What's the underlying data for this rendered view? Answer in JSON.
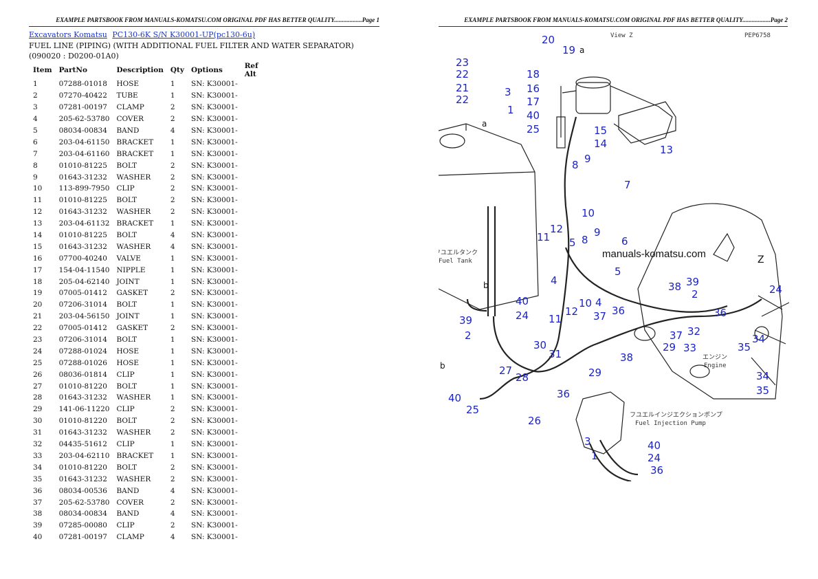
{
  "header": {
    "left": "EXAMPLE PARTSBOOK FROM MANUALS-KOMATSU.COM ORIGINAL PDF HAS BETTER QUALITY..................Page 1",
    "right": "EXAMPLE PARTSBOOK FROM MANUALS-KOMATSU.COM ORIGINAL PDF HAS BETTER QUALITY..................Page 2"
  },
  "breadcrumb": [
    "Excavators Komatsu",
    "PC130-6K S/N K30001-UP(pc130-6u)"
  ],
  "title": "FUEL LINE (PIPING) (WITH ADDITIONAL FUEL FILTER AND WATER SEPARATOR)(090020 : D0200-01A0)",
  "columns": [
    "Item",
    "PartNo",
    "Description",
    "Qty",
    "Options",
    "Ref Alt"
  ],
  "rows": [
    [
      "1",
      "07288-01018",
      "HOSE",
      "1",
      "SN: K30001-"
    ],
    [
      "2",
      "07270-40422",
      "TUBE",
      "1",
      "SN: K30001-"
    ],
    [
      "3",
      "07281-00197",
      "CLAMP",
      "2",
      "SN: K30001-"
    ],
    [
      "4",
      "205-62-53780",
      "COVER",
      "2",
      "SN: K30001-"
    ],
    [
      "5",
      "08034-00834",
      "BAND",
      "4",
      "SN: K30001-"
    ],
    [
      "6",
      "203-04-61150",
      "BRACKET",
      "1",
      "SN: K30001-"
    ],
    [
      "7",
      "203-04-61160",
      "BRACKET",
      "1",
      "SN: K30001-"
    ],
    [
      "8",
      "01010-81225",
      "BOLT",
      "2",
      "SN: K30001-"
    ],
    [
      "9",
      "01643-31232",
      "WASHER",
      "2",
      "SN: K30001-"
    ],
    [
      "10",
      "113-899-7950",
      "CLIP",
      "2",
      "SN: K30001-"
    ],
    [
      "11",
      "01010-81225",
      "BOLT",
      "2",
      "SN: K30001-"
    ],
    [
      "12",
      "01643-31232",
      "WASHER",
      "2",
      "SN: K30001-"
    ],
    [
      "13",
      "203-04-61132",
      "BRACKET",
      "1",
      "SN: K30001-"
    ],
    [
      "14",
      "01010-81225",
      "BOLT",
      "4",
      "SN: K30001-"
    ],
    [
      "15",
      "01643-31232",
      "WASHER",
      "4",
      "SN: K30001-"
    ],
    [
      "16",
      "07700-40240",
      "VALVE",
      "1",
      "SN: K30001-"
    ],
    [
      "17",
      "154-04-11540",
      "NIPPLE",
      "1",
      "SN: K30001-"
    ],
    [
      "18",
      "205-04-62140",
      "JOINT",
      "1",
      "SN: K30001-"
    ],
    [
      "19",
      "07005-01412",
      "GASKET",
      "2",
      "SN: K30001-"
    ],
    [
      "20",
      "07206-31014",
      "BOLT",
      "1",
      "SN: K30001-"
    ],
    [
      "21",
      "203-04-56150",
      "JOINT",
      "1",
      "SN: K30001-"
    ],
    [
      "22",
      "07005-01412",
      "GASKET",
      "2",
      "SN: K30001-"
    ],
    [
      "23",
      "07206-31014",
      "BOLT",
      "1",
      "SN: K30001-"
    ],
    [
      "24",
      "07288-01024",
      "HOSE",
      "1",
      "SN: K30001-"
    ],
    [
      "25",
      "07288-01026",
      "HOSE",
      "1",
      "SN: K30001-"
    ],
    [
      "26",
      "08036-01814",
      "CLIP",
      "1",
      "SN: K30001-"
    ],
    [
      "27",
      "01010-81220",
      "BOLT",
      "1",
      "SN: K30001-"
    ],
    [
      "28",
      "01643-31232",
      "WASHER",
      "1",
      "SN: K30001-"
    ],
    [
      "29",
      "141-06-11220",
      "CLIP",
      "2",
      "SN: K30001-"
    ],
    [
      "30",
      "01010-81220",
      "BOLT",
      "2",
      "SN: K30001-"
    ],
    [
      "31",
      "01643-31232",
      "WASHER",
      "2",
      "SN: K30001-"
    ],
    [
      "32",
      "04435-51612",
      "CLIP",
      "1",
      "SN: K30001-"
    ],
    [
      "33",
      "203-04-62110",
      "BRACKET",
      "1",
      "SN: K30001-"
    ],
    [
      "34",
      "01010-81220",
      "BOLT",
      "2",
      "SN: K30001-"
    ],
    [
      "35",
      "01643-31232",
      "WASHER",
      "2",
      "SN: K30001-"
    ],
    [
      "36",
      "08034-00536",
      "BAND",
      "4",
      "SN: K30001-"
    ],
    [
      "37",
      "205-62-53780",
      "COVER",
      "2",
      "SN: K30001-"
    ],
    [
      "38",
      "08034-00834",
      "BAND",
      "4",
      "SN: K30001-"
    ],
    [
      "39",
      "07285-00080",
      "CLIP",
      "2",
      "SN: K30001-"
    ],
    [
      "40",
      "07281-00197",
      "CLAMP",
      "4",
      "SN: K30001-"
    ]
  ],
  "diagram": {
    "watermark": "manuals-komatsu.com",
    "code": "PEP6758",
    "view": "View Z",
    "fuel_tank_jp": "フユエルタンク",
    "fuel_tank": "Fuel Tank",
    "engine_jp": "エンジン",
    "engine": "Engine",
    "pump_jp": "フユエルインジエクションポンプ",
    "pump": "Fuel Injection Pump",
    "letter_a": "a",
    "letter_b": "b",
    "letter_z": "Z",
    "callouts": [
      "1",
      "2",
      "3",
      "4",
      "5",
      "6",
      "7",
      "8",
      "9",
      "10",
      "11",
      "12",
      "13",
      "14",
      "15",
      "16",
      "17",
      "18",
      "19",
      "20",
      "21",
      "22",
      "23",
      "24",
      "25",
      "26",
      "27",
      "28",
      "29",
      "30",
      "31",
      "32",
      "33",
      "34",
      "35",
      "36",
      "37",
      "38",
      "39",
      "40"
    ]
  }
}
